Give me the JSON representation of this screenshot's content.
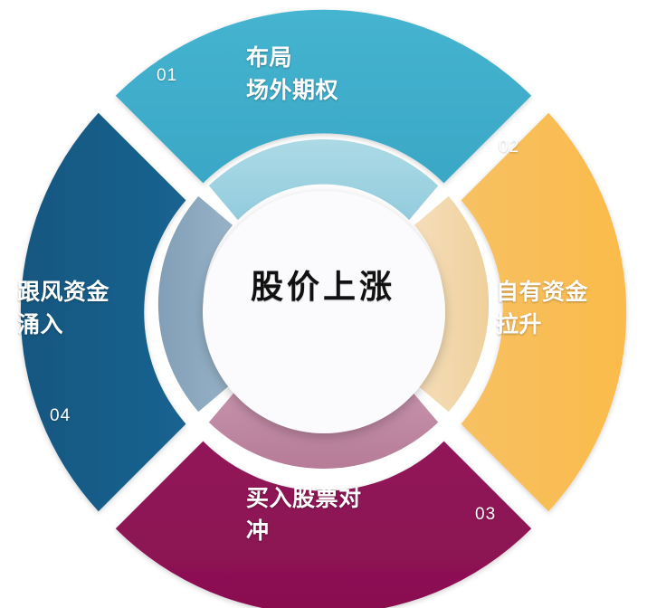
{
  "diagram": {
    "title": "股价上涨",
    "type": "four-segment-donut-cycle",
    "center": {
      "label": "股价上涨",
      "fill": "#fbfbfd"
    },
    "background": "#ffffff",
    "segments": [
      {
        "number": "01",
        "label": "布局\n场外期权",
        "color": "#3FADCB",
        "inner_color": "#9FD4E2",
        "position": "top"
      },
      {
        "number": "02",
        "label": "自有资金\n拉升",
        "color": "#F9BE55",
        "inner_color": "#F2D7A8",
        "position": "right"
      },
      {
        "number": "03",
        "label": "买入股票对\n冲",
        "color": "#8D1254",
        "inner_color": "#BE85A2",
        "position": "bottom"
      },
      {
        "number": "04",
        "label": "跟风资金\n涌入",
        "color": "#175C86",
        "inner_color": "#8CA9C0",
        "position": "left"
      }
    ]
  },
  "chart_data": {
    "type": "pie",
    "title": "股价上涨",
    "categories": [
      "布局场外期权",
      "自有资金拉升",
      "买入股票对冲",
      "跟风资金涌入"
    ],
    "values": [
      25,
      25,
      25,
      25
    ],
    "labels": [
      "01",
      "02",
      "03",
      "04"
    ],
    "colors": [
      "#3FADCB",
      "#F9BE55",
      "#8D1254",
      "#175C86"
    ],
    "legend": "none",
    "grid": false
  }
}
